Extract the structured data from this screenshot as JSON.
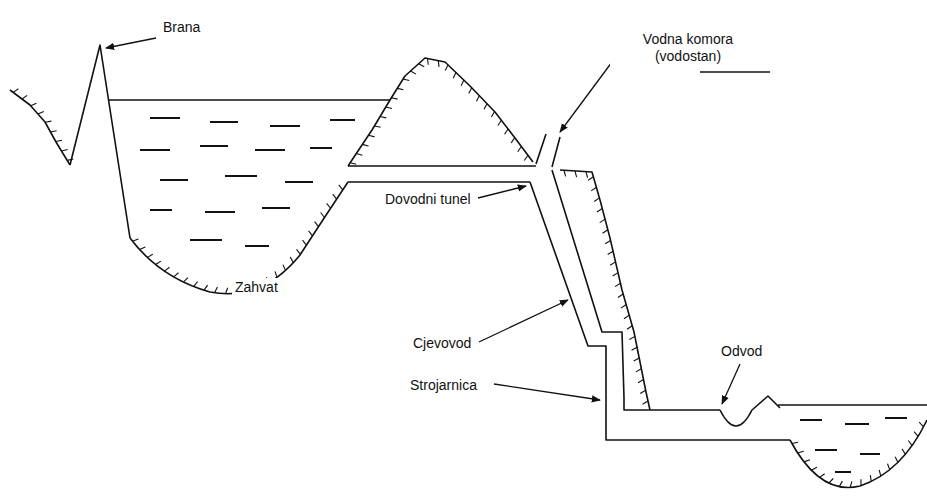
{
  "diagram": {
    "labels": [
      "Brana",
      "Vodna komora (vodostan)",
      "Dovodni tunel",
      "Zahvat",
      "Cjevovod",
      "Strojarnica",
      "Odvod"
    ]
  }
}
